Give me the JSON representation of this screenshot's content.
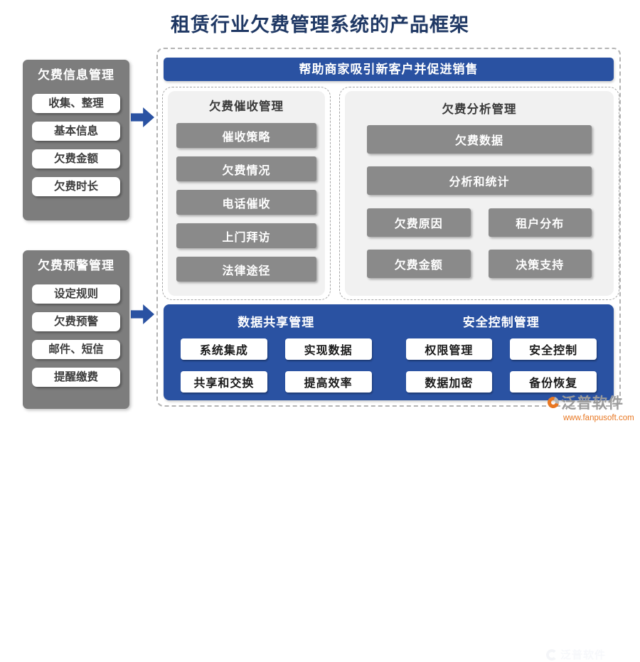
{
  "page": {
    "title": "租赁行业欠费管理系统的产品框架"
  },
  "left_panels": [
    {
      "header": "欠费信息管理",
      "items": [
        "收集、整理",
        "基本信息",
        "欠费金额",
        "欠费时长"
      ]
    },
    {
      "header": "欠费预警管理",
      "items": [
        "设定规则",
        "欠费预警",
        "邮件、短信",
        "提醒缴费"
      ]
    }
  ],
  "banner": {
    "label": "帮助商家吸引新客户并促进销售"
  },
  "collection_panel": {
    "header": "欠费催收管理",
    "items": [
      "催收策略",
      "欠费情况",
      "电话催收",
      "上门拜访",
      "法律途径"
    ]
  },
  "analysis_panel": {
    "header": "欠费分析管理",
    "wide_items": [
      "欠费数据",
      "分析和统计"
    ],
    "grid_items": [
      "欠费原因",
      "租户分布",
      "欠费金额",
      "决策支持"
    ]
  },
  "bottom_panel": {
    "sections": [
      {
        "header": "数据共享管理",
        "items": [
          "系统集成",
          "实现数据",
          "共享和交换",
          "提高效率"
        ]
      },
      {
        "header": "安全控制管理",
        "items": [
          "权限管理",
          "安全控制",
          "数据加密",
          "备份恢复"
        ]
      }
    ]
  },
  "branding": {
    "name": "泛普软件",
    "url": "www.fanpusoft.com"
  },
  "colors": {
    "accent_blue": "#2a52a2",
    "panel_gray": "#7d7d7d",
    "bar_gray": "#8a8a8a",
    "light_gray": "#f1f1f1",
    "title_navy": "#1f3864",
    "logo_orange": "#e87722"
  }
}
